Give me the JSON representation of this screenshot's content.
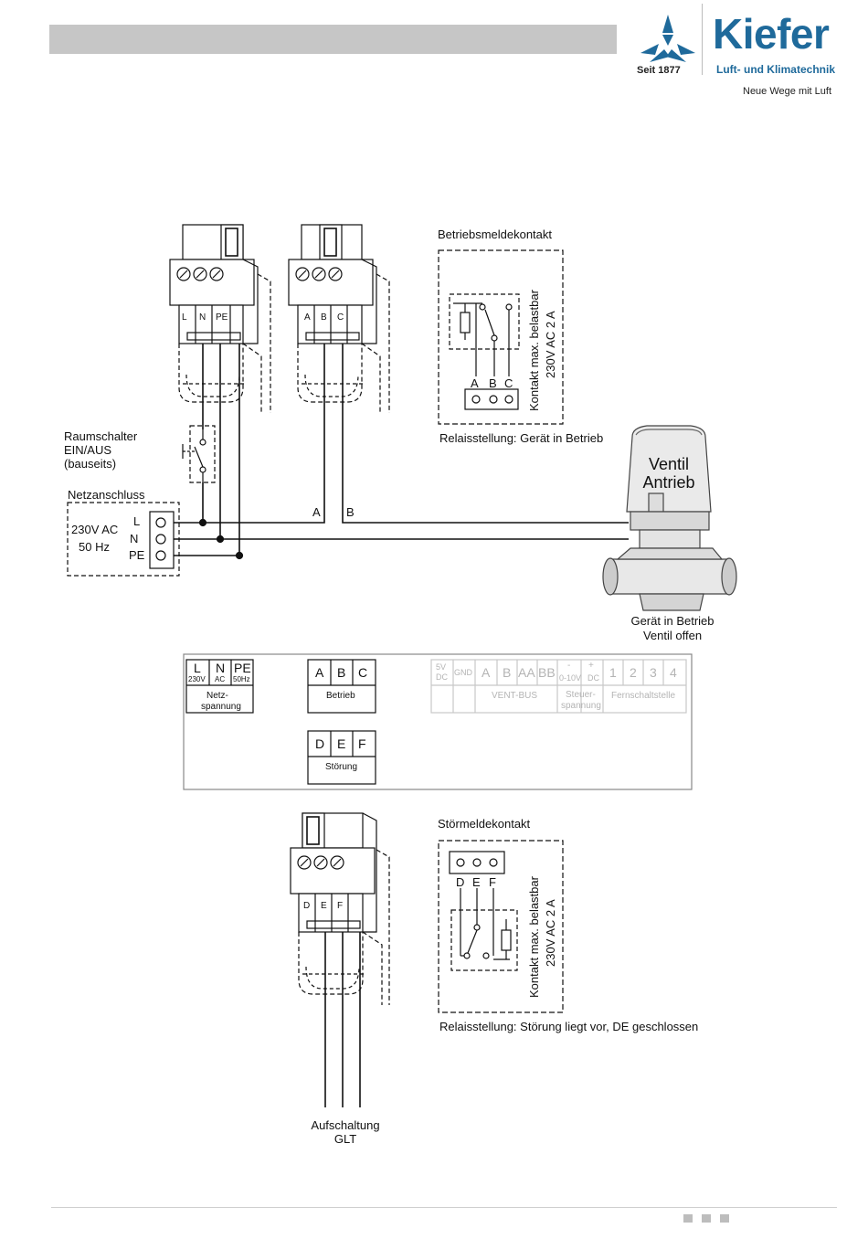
{
  "header": {
    "brand": "Kiefer",
    "since": "Seit 1877",
    "tagline": "Luft- und Klimatechnik",
    "slogan": "Neue Wege mit Luft",
    "brand_color": "#1f6a9b",
    "bar_color": "#c6c6c6"
  },
  "connector_top_left": {
    "pins": [
      "L",
      "N",
      "PE"
    ]
  },
  "connector_top_mid": {
    "pins": [
      "A",
      "B",
      "C"
    ]
  },
  "connector_bottom": {
    "pins": [
      "D",
      "E",
      "F"
    ]
  },
  "betrieb_contact": {
    "title": "Betriebsmeldekontakt",
    "terminals": [
      "A",
      "B",
      "C"
    ],
    "rating_line1": "Kontakt max. belastbar",
    "rating_line2": "230V AC   2 A",
    "relay_state": "Relaisstellung: Gerät in Betrieb"
  },
  "stoer_contact": {
    "title": "Störmeldekontakt",
    "terminals": [
      "D",
      "E",
      "F"
    ],
    "rating_line1": "Kontakt max. belastbar",
    "rating_line2": "230V AC   2 A",
    "relay_state": "Relaisstellung: Störung liegt vor, DE geschlossen"
  },
  "room_switch": {
    "line1": "Raumschalter",
    "line2": "EIN/AUS",
    "line3": "(bauseits)"
  },
  "mains": {
    "title": "Netzanschluss",
    "voltage": "230V AC",
    "frequency": "50 Hz",
    "terminals": [
      "L",
      "N",
      "PE"
    ]
  },
  "wires": {
    "a": "A",
    "b": "B"
  },
  "valve": {
    "line1": "Ventil",
    "line2": "Antrieb",
    "caption1": "Gerät in Betrieb",
    "caption2": "Ventil offen"
  },
  "terminal_board": {
    "netz": {
      "heads": [
        "L",
        "N",
        "PE"
      ],
      "subs": [
        "230V",
        "AC",
        "50Hz"
      ],
      "label1": "Netz-",
      "label2": "spannung"
    },
    "betrieb": {
      "heads": [
        "A",
        "B",
        "C"
      ],
      "label": "Betrieb"
    },
    "stoerung": {
      "heads": [
        "D",
        "E",
        "F"
      ],
      "label": "Störung"
    },
    "greyed": {
      "cells": [
        "5V",
        "DC",
        "GND",
        "A",
        "B",
        "AA",
        "BB",
        "-",
        "0-10V",
        "+",
        "DC",
        "1",
        "2",
        "3",
        "4"
      ],
      "vent_bus": "VENT-BUS",
      "steuer1": "Steuer-",
      "steuer2": "spannung",
      "fern": "Fernschaltstelle"
    }
  },
  "glt": {
    "line1": "Aufschaltung",
    "line2": "GLT"
  }
}
